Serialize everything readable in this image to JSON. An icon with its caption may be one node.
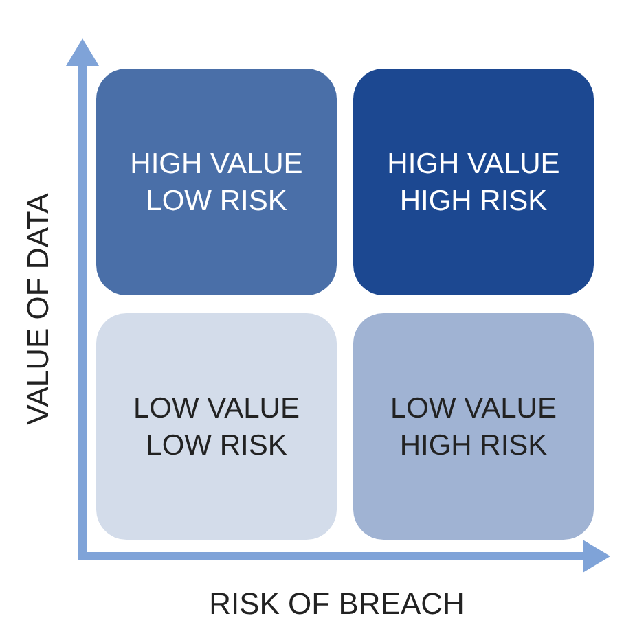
{
  "diagram": {
    "nodes": [
      {
        "text": [
          "HIGH VALUE LOW RISK"
        ]
      },
      {
        "text": [
          "HIGH VALUE HIGH RISK"
        ]
      },
      {
        "text": [
          "LOW VALUE LOW RISK"
        ]
      },
      {
        "text": [
          "LOW VALUE HIGH RISK"
        ]
      }
    ],
    "labels": [
      "VALUE OF DATA",
      "RISK OF BREACH"
    ]
  }
}
